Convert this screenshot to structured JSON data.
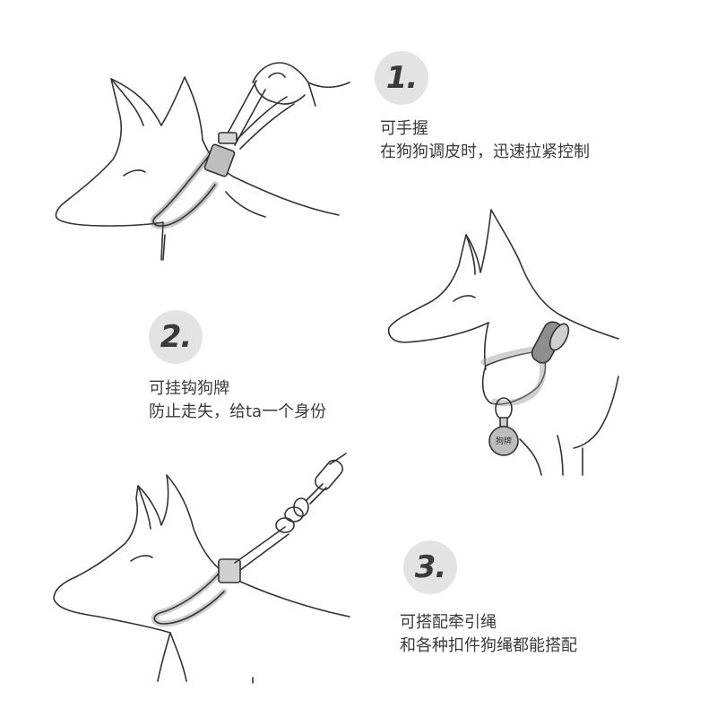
{
  "features": [
    {
      "number": "1.",
      "title": "可手握",
      "desc": "在狗狗调皮时，迅速拉紧控制"
    },
    {
      "number": "2.",
      "title": "可挂钩狗牌",
      "desc": "防止走失，给ta一个身份"
    },
    {
      "number": "3.",
      "title": "可搭配牵引绳",
      "desc": "和各种扣件狗绳都能搭配"
    }
  ],
  "dog_tag_text": "狗牌",
  "colors": {
    "badge": "#e3e3e3",
    "collar": "#b8b8b8",
    "line": "#333333",
    "text": "#3a3a3a"
  }
}
